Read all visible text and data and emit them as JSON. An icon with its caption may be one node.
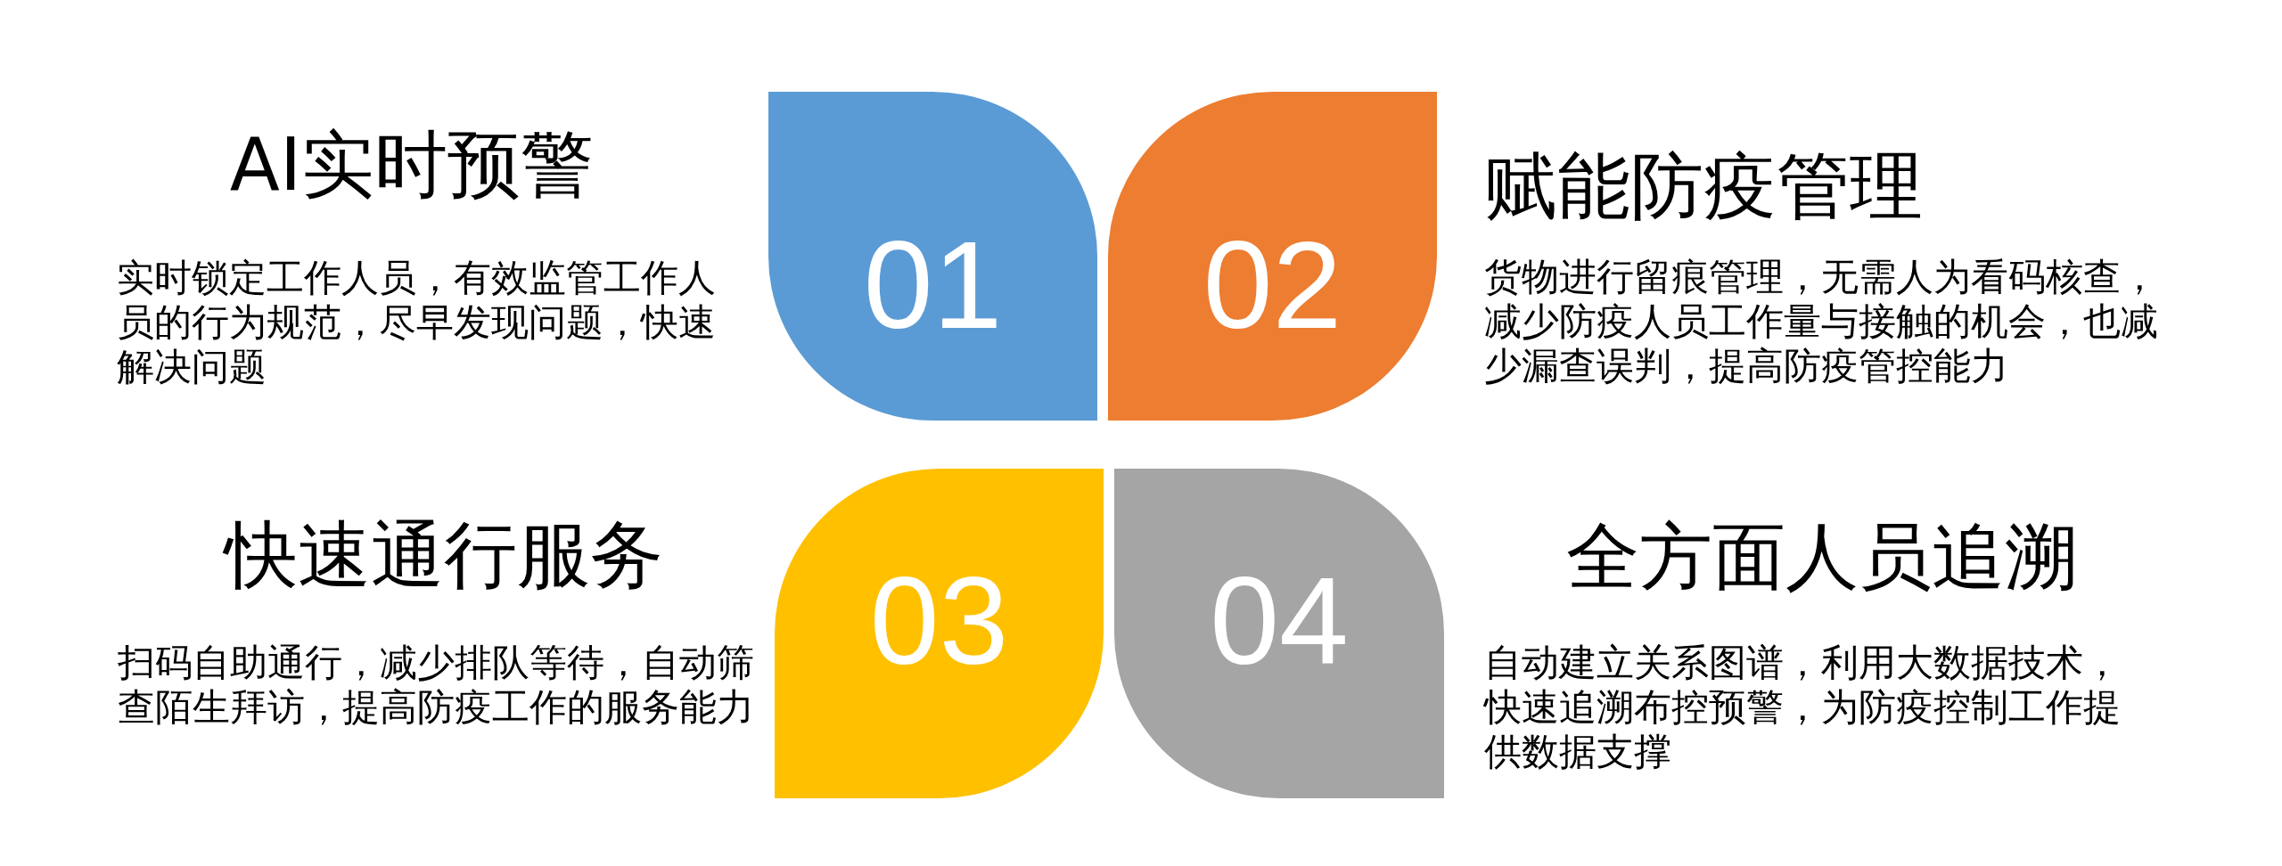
{
  "diagram": {
    "nodes": [
      {
        "text": [
          "01"
        ],
        "beside": [
          "AI实时预警",
          "实时锁定工作人员，有效监管工作人员的行为规范，尽早发现问题，快速解决问题"
        ]
      },
      {
        "text": [
          "02"
        ],
        "beside": [
          "赋能防疫管理",
          "货物进行留痕管理，无需人为看码核查，减少防疫人员工作量与接触的机会，也减少漏查误判，提高防疫管控能力"
        ]
      },
      {
        "text": [
          "03"
        ],
        "beside": [
          "快速通行服务",
          "扫码自助通行，减少排队等待，自动筛查陌生拜访，提高防疫工作的服务能力"
        ]
      },
      {
        "text": [
          "04"
        ],
        "beside": [
          "全方面人员追溯",
          "自动建立关系图谱，利用大数据技术，快速追溯布控预警，为防疫控制工作提供数据支撑"
        ]
      }
    ]
  }
}
